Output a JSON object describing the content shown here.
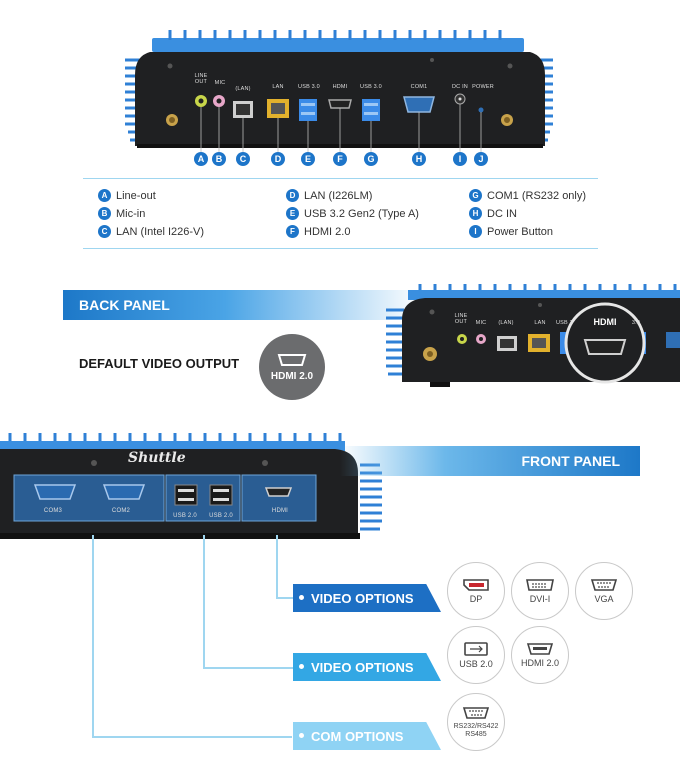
{
  "back_device": {
    "ports": [
      {
        "label": "LINE\nOUT"
      },
      {
        "label": "MIC"
      },
      {
        "label": "(LAN)"
      },
      {
        "label": "LAN"
      },
      {
        "label": "USB 3.0"
      },
      {
        "label": "HDMI"
      },
      {
        "label": "USB 3.0"
      },
      {
        "label": "COM1"
      },
      {
        "label": "DC IN"
      },
      {
        "label": "POWER"
      }
    ],
    "markers": [
      "A",
      "B",
      "C",
      "D",
      "E",
      "F",
      "G",
      "H",
      "I",
      "J"
    ]
  },
  "legend": [
    {
      "letter": "A",
      "text": "Line-out"
    },
    {
      "letter": "B",
      "text": "Mic-in"
    },
    {
      "letter": "C",
      "text": "LAN (Intel I226-V)"
    },
    {
      "letter": "D",
      "text": "LAN (I226LM)"
    },
    {
      "letter": "E",
      "text": "USB 3.2 Gen2 (Type A)"
    },
    {
      "letter": "F",
      "text": "HDMI 2.0"
    },
    {
      "letter": "G",
      "text": "COM1 (RS232 only)"
    },
    {
      "letter": "H",
      "text": "DC IN"
    },
    {
      "letter": "I",
      "text": "Power Button"
    }
  ],
  "back_panel": {
    "title": "BACK PANEL",
    "default_video_label": "DEFAULT VIDEO OUTPUT",
    "default_video_icon": "HDMI 2.0",
    "zoom_labels": {
      "line_out": "LINE\nOUT",
      "mic": "MIC",
      "lan_paren": "(LAN)",
      "lan": "LAN",
      "usb": "USB 3",
      "hdmi": "HDMI",
      "usb2": "3.0"
    }
  },
  "front_panel": {
    "title": "FRONT PANEL",
    "brand": "Shuttle",
    "slots": {
      "com3": "COM3",
      "com2": "COM2",
      "usb1": "USB 2.0",
      "usb2": "USB 2.0",
      "hdmi": "HDMI"
    }
  },
  "options": [
    {
      "label": "VIDEO OPTIONS",
      "color": "#1d6fc4",
      "icons": [
        "DP",
        "DVI-I",
        "VGA"
      ]
    },
    {
      "label": "VIDEO OPTIONS",
      "color": "#33a7e4",
      "icons": [
        "USB 2.0",
        "HDMI 2.0"
      ]
    },
    {
      "label": "COM OPTIONS",
      "color": "#8fd3f4",
      "icons": [
        "RS232/RS422\nRS485"
      ]
    }
  ],
  "colors": {
    "accent": "#1d75c9",
    "fin": "#3a8fe0",
    "device": "#1f2022"
  }
}
